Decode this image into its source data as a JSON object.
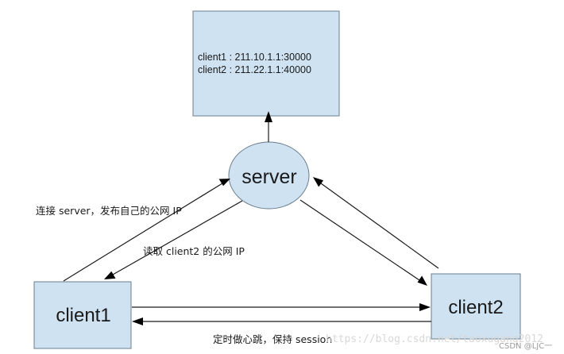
{
  "table": {
    "row1": "client1 :  211.10.1.1:30000",
    "row2": "client2 :  211.22.1.1:40000"
  },
  "nodes": {
    "server": "server",
    "client1": "client1",
    "client2": "client2"
  },
  "edges": {
    "connect_publish": "连接 server，发布自己的公网 IP",
    "read_client2": "读取 client2 的公网 IP",
    "heartbeat": "定时做心跳，保持 session"
  },
  "watermark": {
    "url": "https://blog.csdn.net/taoxugang2012",
    "credit": "CSDN @LJC一"
  },
  "colors": {
    "box_fill": "#cfe2f1",
    "box_stroke": "#6b7d8c",
    "line": "#1a1a1a"
  }
}
